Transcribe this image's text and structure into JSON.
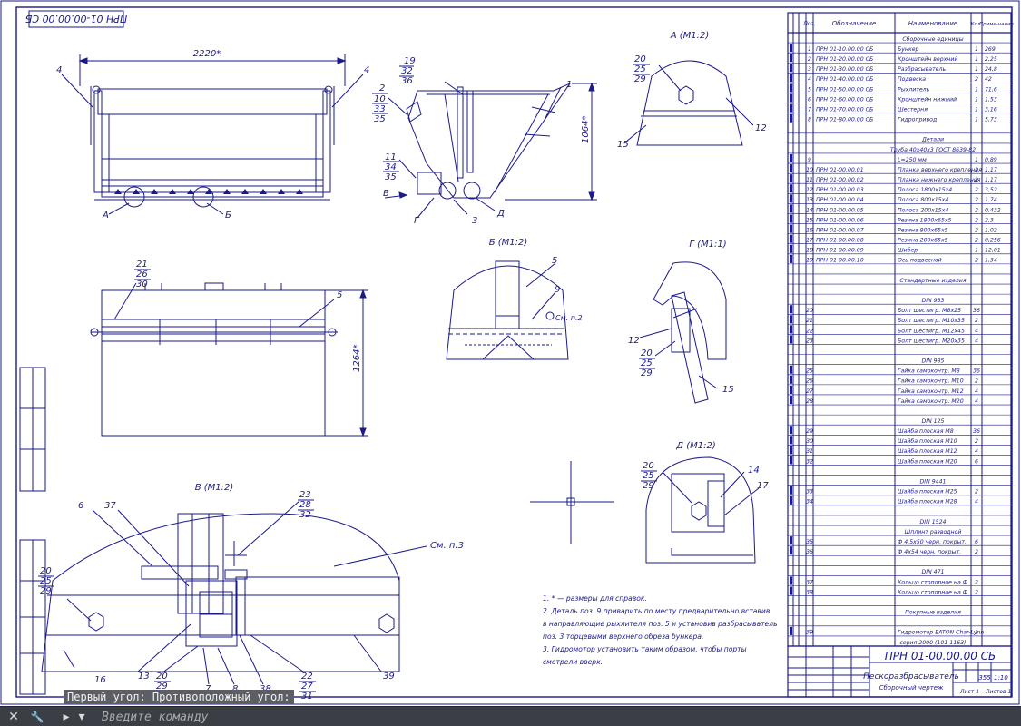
{
  "drawing": {
    "stamp_code": "ПРН 01-00.00.00 СБ",
    "title_code": "ПРН 01-00.00.00 СБ",
    "title_name": "Пескоразбрасыватель",
    "title_sub": "Сборочный чертеж",
    "mass": "355",
    "scale": "1:10",
    "sheet": "Лист 1",
    "sheets": "Листов 1",
    "dims": {
      "width": "2220*",
      "height1": "1064*",
      "height2": "1264*"
    },
    "view_labels": {
      "a": "А (М1:2)",
      "b": "Б (М1:2)",
      "g": "Г (М1:1)",
      "d": "Д (М1:2)",
      "v": "В (М1:2)"
    },
    "section_marks": {
      "a": "А",
      "b": "Б",
      "g": "Г",
      "d": "Д",
      "v": "В"
    },
    "cm_p2": "См. п.2",
    "cm_p3": "См. п.3",
    "notes": [
      "1. * — размеры для справок.",
      "2. Деталь поз. 9 приварить по месту предварительно вставив",
      "в направляющие рыхлителя поз. 5 и установив разбрасыватель",
      "поз. 3 торцевыми верхнего обреза бункера.",
      "3. Гидромотор установить таким образом, чтобы порты",
      "смотрели вверх."
    ],
    "callouts": {
      "c1": "1",
      "c2": "2",
      "c3": "3",
      "c4": "4",
      "c5": "5",
      "c6": "6",
      "c7": "7",
      "c8": "8",
      "c9": "9",
      "c10": "10",
      "c11": "11",
      "c12": "12",
      "c13": "13",
      "c14": "14",
      "c15": "15",
      "c16": "16",
      "c17": "17",
      "c19": "19",
      "c20": "20",
      "c21": "21",
      "c22": "22",
      "c23": "23",
      "c25": "25",
      "c26": "26",
      "c27": "27",
      "c28": "28",
      "c29": "29",
      "c30": "30",
      "c31": "31",
      "c32": "32",
      "c33": "33",
      "c34": "34",
      "c35": "35",
      "c36": "36",
      "c37": "37",
      "c38": "38",
      "c39": "39"
    }
  },
  "spec": {
    "headers": {
      "pos": "Поз.",
      "designation": "Обозначение",
      "name": "Наименование",
      "qty": "Кол.",
      "note": "Приме-чание"
    },
    "rows": [
      {
        "pos": "",
        "des": "",
        "name": "Сборочные единицы",
        "qty": "",
        "note": ""
      },
      {
        "pos": "1",
        "des": "ПРН 01-10.00.00 СБ",
        "name": "Бункер",
        "qty": "1",
        "note": "269"
      },
      {
        "pos": "2",
        "des": "ПРН 01-20.00.00 СБ",
        "name": "Кронштейн верхний",
        "qty": "1",
        "note": "2,25"
      },
      {
        "pos": "3",
        "des": "ПРН 01-30.00.00 СБ",
        "name": "Разбрасыватель",
        "qty": "1",
        "note": "24,8"
      },
      {
        "pos": "4",
        "des": "ПРН 01-40.00.00 СБ",
        "name": "Подвеска",
        "qty": "2",
        "note": "42"
      },
      {
        "pos": "5",
        "des": "ПРН 01-50.00.00 СБ",
        "name": "Рыхлитель",
        "qty": "1",
        "note": "71,6"
      },
      {
        "pos": "6",
        "des": "ПРН 01-60.00.00 СБ",
        "name": "Кронштейн нижний",
        "qty": "1",
        "note": "1,53"
      },
      {
        "pos": "7",
        "des": "ПРН 01-70.00.00 СБ",
        "name": "Шестерня",
        "qty": "1",
        "note": "3,16"
      },
      {
        "pos": "8",
        "des": "ПРН 01-80.00.00 СБ",
        "name": "Гидропривод",
        "qty": "1",
        "note": "5,73"
      },
      {
        "pos": "",
        "des": "",
        "name": "",
        "qty": "",
        "note": ""
      },
      {
        "pos": "",
        "des": "",
        "name": "Детали",
        "qty": "",
        "note": ""
      },
      {
        "pos": "",
        "des": "",
        "name": "Труба 40х40х3 ГОСТ 8639-82",
        "qty": "",
        "note": ""
      },
      {
        "pos": "9",
        "des": "",
        "name": "L=250 мм",
        "qty": "1",
        "note": "0,89"
      },
      {
        "pos": "10",
        "des": "ПРН 01-00.00.01",
        "name": "Планка верхнего крепления",
        "qty": "2",
        "note": "1,17"
      },
      {
        "pos": "11",
        "des": "ПРН 01-00.00.02",
        "name": "Планка нижнего крепления",
        "qty": "2",
        "note": "1,17"
      },
      {
        "pos": "12",
        "des": "ПРН 01-00.00.03",
        "name": "Полоса 1800х15х4",
        "qty": "2",
        "note": "3,52"
      },
      {
        "pos": "13",
        "des": "ПРН 01-00.00.04",
        "name": "Полоса 800х15х4",
        "qty": "2",
        "note": "1,74"
      },
      {
        "pos": "14",
        "des": "ПРН 01-00.00.05",
        "name": "Полоса 200х15х4",
        "qty": "2",
        "note": "0,432"
      },
      {
        "pos": "15",
        "des": "ПРН 01-00.00.06",
        "name": "Резина 1800х65х5",
        "qty": "2",
        "note": "2,3"
      },
      {
        "pos": "16",
        "des": "ПРН 01-00.00.07",
        "name": "Резина 800х65х5",
        "qty": "2",
        "note": "1,02"
      },
      {
        "pos": "17",
        "des": "ПРН 01-00.00.08",
        "name": "Резина 200х65х5",
        "qty": "2",
        "note": "0,256"
      },
      {
        "pos": "18",
        "des": "ПРН 01-00.00.09",
        "name": "Шибер",
        "qty": "1",
        "note": "12,01"
      },
      {
        "pos": "19",
        "des": "ПРН 01-00.00.10",
        "name": "Ось подвесной",
        "qty": "2",
        "note": "1,34"
      },
      {
        "pos": "",
        "des": "",
        "name": "",
        "qty": "",
        "note": ""
      },
      {
        "pos": "",
        "des": "",
        "name": "Стандартные изделия",
        "qty": "",
        "note": ""
      },
      {
        "pos": "",
        "des": "",
        "name": "",
        "qty": "",
        "note": ""
      },
      {
        "pos": "",
        "des": "",
        "name": "DIN 933",
        "qty": "",
        "note": ""
      },
      {
        "pos": "20",
        "des": "",
        "name": "Болт шестигр. М8х25",
        "qty": "36",
        "note": ""
      },
      {
        "pos": "21",
        "des": "",
        "name": "Болт шестигр. М10х35",
        "qty": "2",
        "note": ""
      },
      {
        "pos": "22",
        "des": "",
        "name": "Болт шестигр. М12х45",
        "qty": "4",
        "note": ""
      },
      {
        "pos": "23",
        "des": "",
        "name": "Болт шестигр. М20х35",
        "qty": "4",
        "note": ""
      },
      {
        "pos": "",
        "des": "",
        "name": "",
        "qty": "",
        "note": ""
      },
      {
        "pos": "",
        "des": "",
        "name": "DIN 985",
        "qty": "",
        "note": ""
      },
      {
        "pos": "25",
        "des": "",
        "name": "Гайка самоконтр. М8",
        "qty": "36",
        "note": ""
      },
      {
        "pos": "26",
        "des": "",
        "name": "Гайка самоконтр. М10",
        "qty": "2",
        "note": ""
      },
      {
        "pos": "27",
        "des": "",
        "name": "Гайка самоконтр. М12",
        "qty": "4",
        "note": ""
      },
      {
        "pos": "28",
        "des": "",
        "name": "Гайка самоконтр. М20",
        "qty": "4",
        "note": ""
      },
      {
        "pos": "",
        "des": "",
        "name": "",
        "qty": "",
        "note": ""
      },
      {
        "pos": "",
        "des": "",
        "name": "DIN 125",
        "qty": "",
        "note": ""
      },
      {
        "pos": "29",
        "des": "",
        "name": "Шайба плоская М8",
        "qty": "36",
        "note": ""
      },
      {
        "pos": "30",
        "des": "",
        "name": "Шайба плоская М10",
        "qty": "2",
        "note": ""
      },
      {
        "pos": "31",
        "des": "",
        "name": "Шайба плоская М12",
        "qty": "4",
        "note": ""
      },
      {
        "pos": "32",
        "des": "",
        "name": "Шайба плоская М20",
        "qty": "6",
        "note": ""
      },
      {
        "pos": "",
        "des": "",
        "name": "",
        "qty": "",
        "note": ""
      },
      {
        "pos": "",
        "des": "",
        "name": "DIN 9441",
        "qty": "",
        "note": ""
      },
      {
        "pos": "33",
        "des": "",
        "name": "Шайба плоская М25",
        "qty": "2",
        "note": ""
      },
      {
        "pos": "34",
        "des": "",
        "name": "Шайба плоская М28",
        "qty": "4",
        "note": ""
      },
      {
        "pos": "",
        "des": "",
        "name": "",
        "qty": "",
        "note": ""
      },
      {
        "pos": "",
        "des": "",
        "name": "DIN 1524",
        "qty": "",
        "note": ""
      },
      {
        "pos": "",
        "des": "",
        "name": "Шплинт разводной",
        "qty": "",
        "note": ""
      },
      {
        "pos": "35",
        "des": "",
        "name": "Ф 4,5х50 черн. покрыт.",
        "qty": "6",
        "note": ""
      },
      {
        "pos": "36",
        "des": "",
        "name": "Ф 4х54 черн. покрыт.",
        "qty": "2",
        "note": ""
      },
      {
        "pos": "",
        "des": "",
        "name": "",
        "qty": "",
        "note": ""
      },
      {
        "pos": "",
        "des": "",
        "name": "DIN 471",
        "qty": "",
        "note": ""
      },
      {
        "pos": "37",
        "des": "",
        "name": "Кольцо стопорное на Ф",
        "qty": "2",
        "note": ""
      },
      {
        "pos": "38",
        "des": "",
        "name": "Кольцо стопорное на Ф",
        "qty": "2",
        "note": ""
      },
      {
        "pos": "",
        "des": "",
        "name": "",
        "qty": "",
        "note": ""
      },
      {
        "pos": "",
        "des": "",
        "name": "Покупные изделия",
        "qty": "",
        "note": ""
      },
      {
        "pos": "",
        "des": "",
        "name": "",
        "qty": "",
        "note": ""
      },
      {
        "pos": "39",
        "des": "",
        "name": "Гидромотор EATON Char-Lynn",
        "qty": "1",
        "note": ""
      },
      {
        "pos": "",
        "des": "",
        "name": "серия 2000 (101-1163)",
        "qty": "",
        "note": ""
      }
    ]
  },
  "cad_ui": {
    "status_text": "Первый угол: Противоположный угол:",
    "command_placeholder": "Введите команду",
    "close_glyph": "✕",
    "wrench_glyph": "🔧",
    "prompt_glyph": "▸",
    "dropdown_glyph": "▾"
  }
}
